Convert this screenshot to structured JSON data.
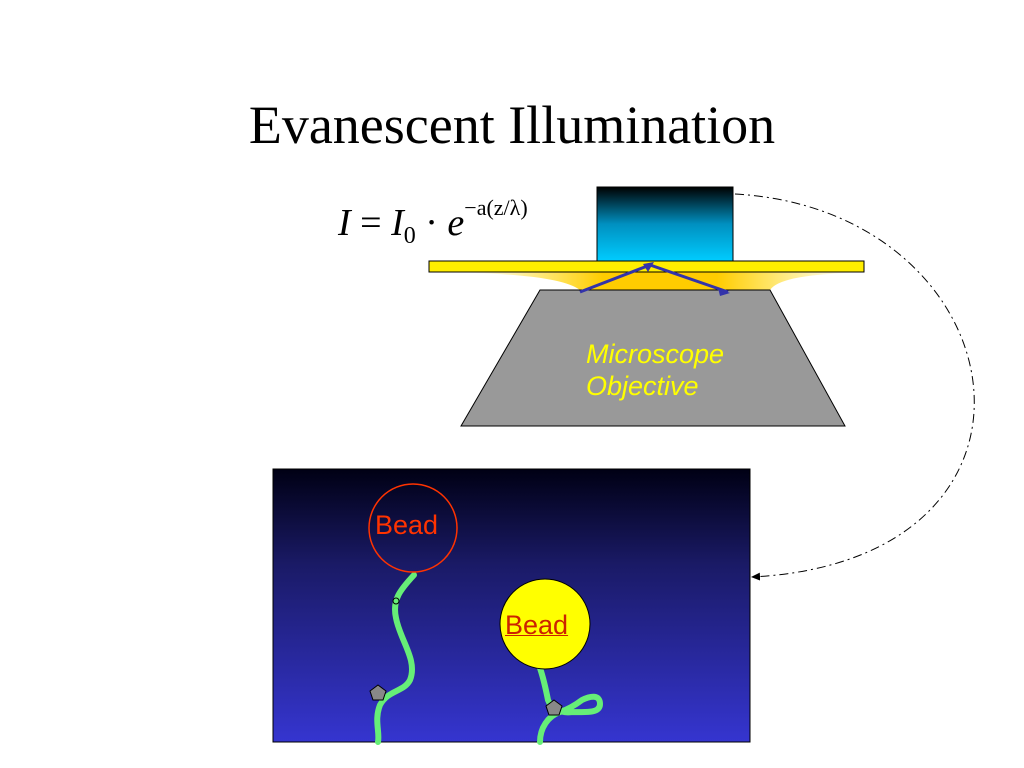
{
  "title": "Evanescent Illumination",
  "formula": {
    "lhs": "I",
    "equals": "=",
    "base": "I",
    "base_subscript": "0",
    "dot": "·",
    "e": "e",
    "exponent": "−a(z/λ)"
  },
  "objective_label": {
    "line1": "Microscope",
    "line2": "Objective"
  },
  "beads": [
    {
      "label": "Bead"
    },
    {
      "label": "Bead"
    }
  ],
  "colors": {
    "objective": "#999999",
    "slide_glass": "#ffee00",
    "coverslip_top": "#00ccff",
    "beam": "#3333aa",
    "tether": "#66ee77",
    "panel_top": "#0a0a2a",
    "panel_bottom": "#3333cc",
    "bead_outline": "#ff3300",
    "bead_fill": "#ffff00",
    "label_yellow": "#ffff00"
  }
}
